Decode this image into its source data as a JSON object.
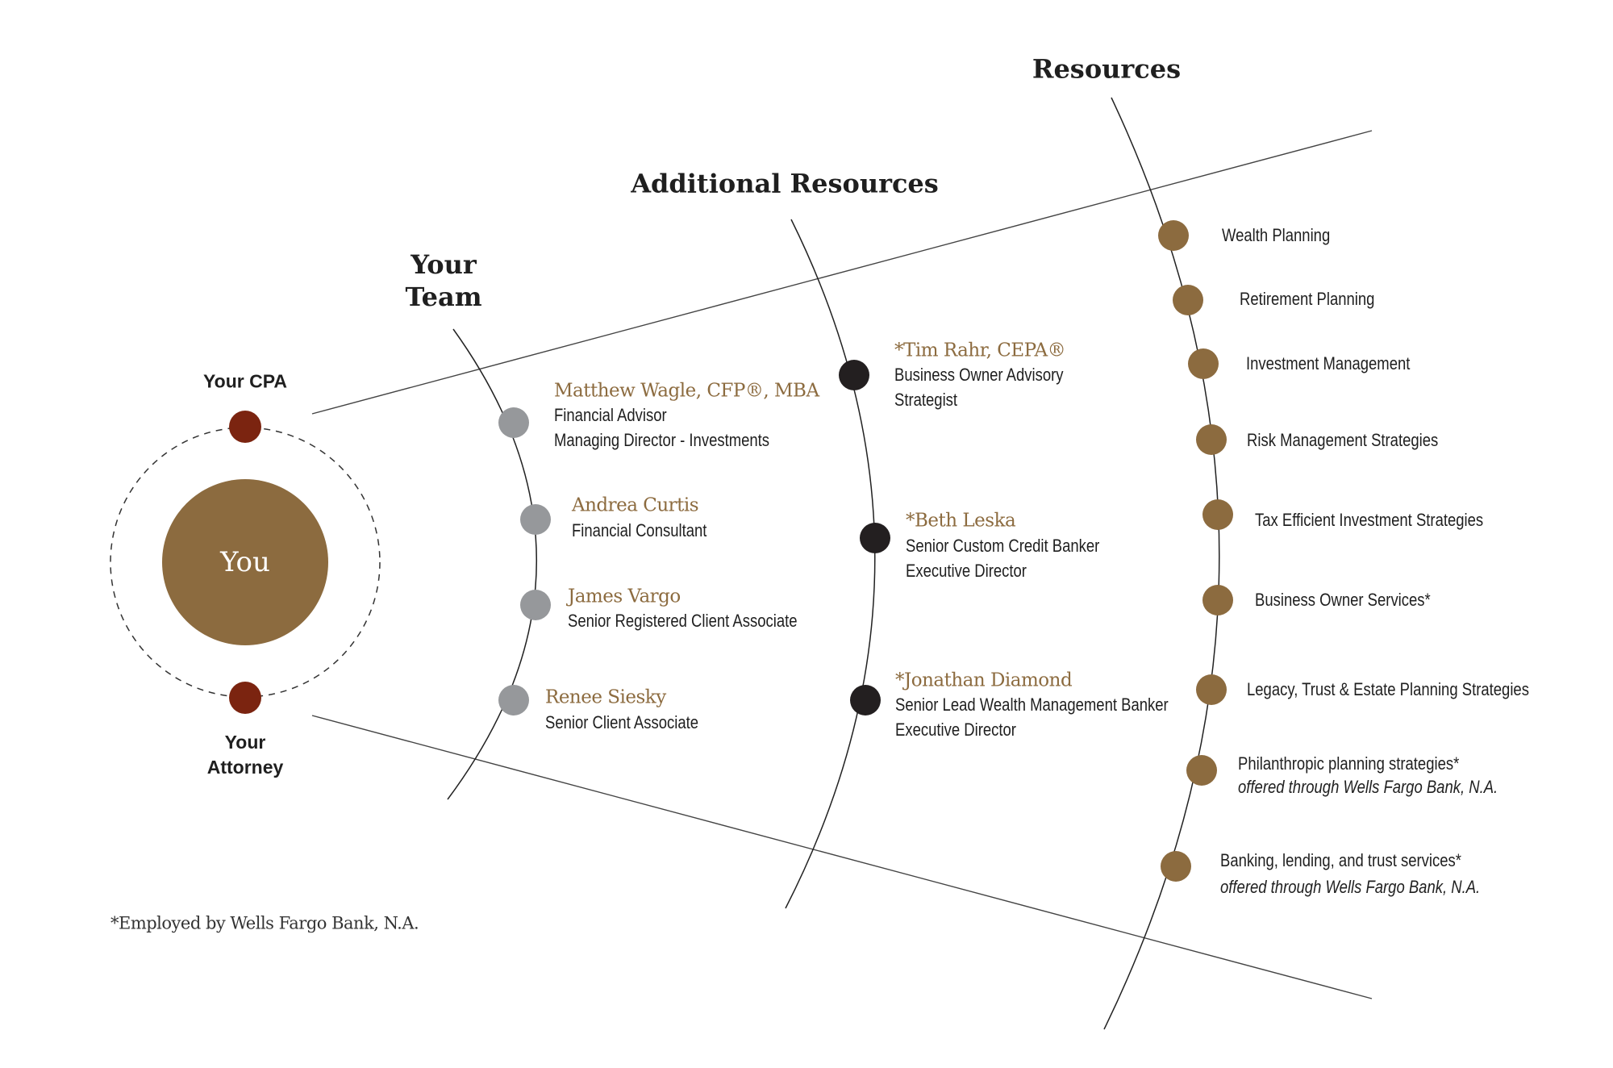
{
  "titles": {
    "team_line1": "Your",
    "team_line2": "Team",
    "additional": "Additional Resources",
    "resources": "Resources"
  },
  "center": {
    "you": "You",
    "cpa": "Your CPA",
    "attorney_line1": "Your",
    "attorney_line2": "Attorney"
  },
  "team": [
    {
      "name": "Matthew Wagle, CFP®, MBA",
      "roles": [
        "Financial Advisor",
        "Managing Director - Investments"
      ]
    },
    {
      "name": "Andrea Curtis",
      "roles": [
        "Financial Consultant"
      ]
    },
    {
      "name": "James Vargo",
      "roles": [
        "Senior Registered Client Associate"
      ]
    },
    {
      "name": "Renee Siesky",
      "roles": [
        "Senior Client Associate"
      ]
    }
  ],
  "additional": [
    {
      "name": "*Tim Rahr, CEPA®",
      "roles": [
        "Business Owner Advisory",
        "Strategist"
      ]
    },
    {
      "name": "*Beth Leska",
      "roles": [
        "Senior Custom Credit Banker",
        "Executive Director"
      ]
    },
    {
      "name": "*Jonathan Diamond",
      "roles": [
        "Senior Lead Wealth Management Banker",
        "Executive Director"
      ]
    }
  ],
  "resources": [
    {
      "label": "Wealth Planning"
    },
    {
      "label": "Retirement Planning"
    },
    {
      "label": "Investment Management"
    },
    {
      "label": "Risk Management Strategies"
    },
    {
      "label": "Tax Efficient Investment Strategies"
    },
    {
      "label": "Business Owner Services*"
    },
    {
      "label": "Legacy, Trust & Estate Planning Strategies"
    },
    {
      "label": "Philanthropic planning strategies*",
      "note": "offered through Wells Fargo Bank, N.A."
    },
    {
      "label": "Banking, lending, and trust services*",
      "note": "offered through Wells Fargo Bank, N.A."
    }
  ],
  "footnote": "*Employed by Wells Fargo Bank, N.A.",
  "colors": {
    "brown": "#8c6b3f",
    "red": "#7b2410",
    "gray": "#96989b",
    "black": "#231f20"
  }
}
